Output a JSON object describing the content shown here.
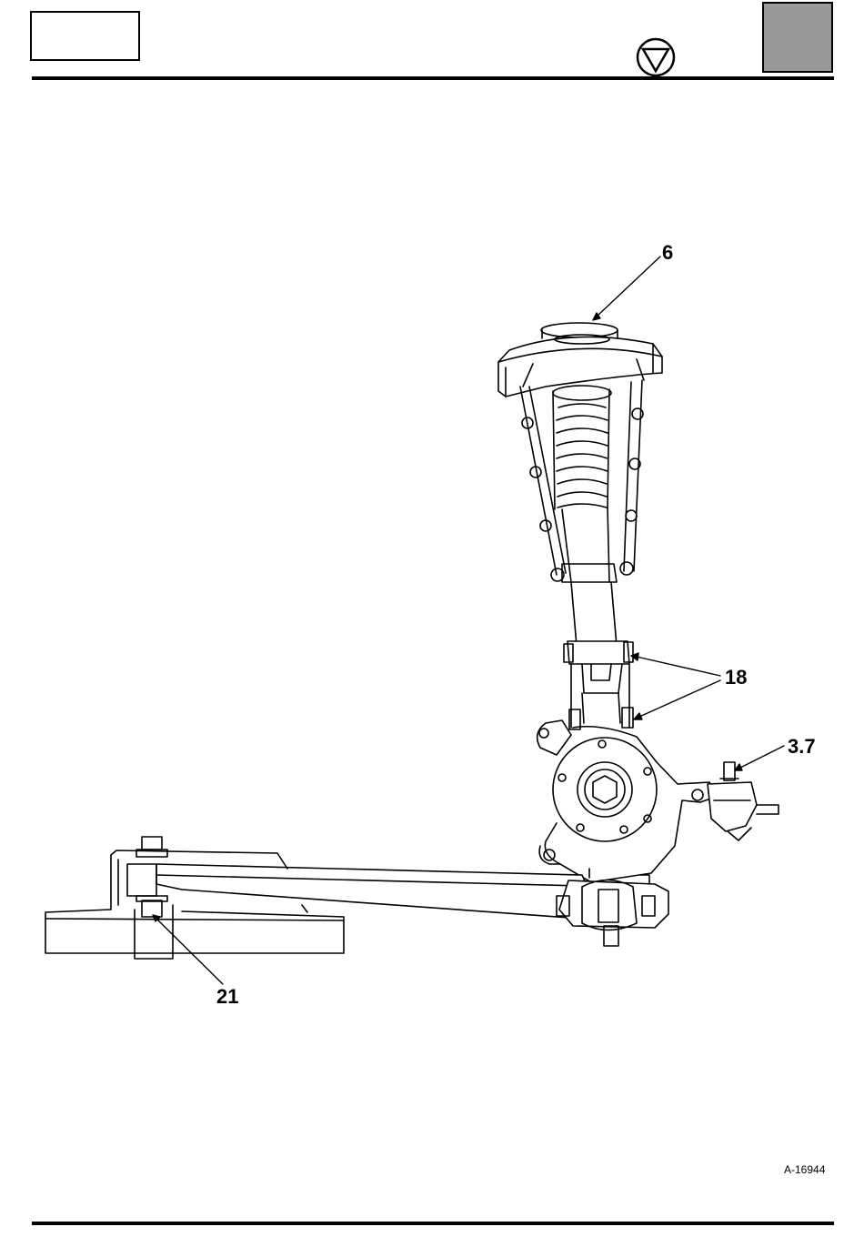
{
  "header": {
    "symbol_icon": "torque-triangle-icon"
  },
  "diagram": {
    "callouts": [
      {
        "id": "strut-top",
        "label": "6"
      },
      {
        "id": "strut-bolts",
        "label": "18"
      },
      {
        "id": "steering-arm",
        "label": "3.7"
      },
      {
        "id": "subframe-bolt",
        "label": "21"
      }
    ],
    "reference": "A-16944"
  },
  "colors": {
    "header_grey": "#999999",
    "line": "#000000"
  }
}
